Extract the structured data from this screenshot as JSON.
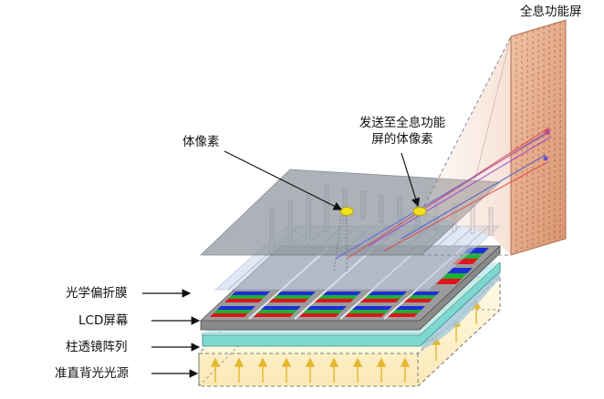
{
  "labels": {
    "holo_screen": "全息功能屏",
    "voxel_top": "体像素",
    "voxel_sent_line1": "发送至全息功能",
    "voxel_sent_line2": "屏的体像素",
    "polarizer": "光学偏折膜",
    "lcd": "LCD屏幕",
    "lens_array": "柱透镜阵列",
    "backlight": "准直背光光源"
  },
  "colors": {
    "screen_fill": "#e6a98a",
    "film_fill": "#8e959e",
    "lens_fill": "#bcd9ea",
    "cyan_plate": "#7fd8d0",
    "backlight_fill": "#fdf2cf",
    "pixel_red": "#e0141c",
    "pixel_green": "#1fb035",
    "pixel_blue": "#1b2fd8",
    "voxel_yellow": "#f3e31a"
  }
}
